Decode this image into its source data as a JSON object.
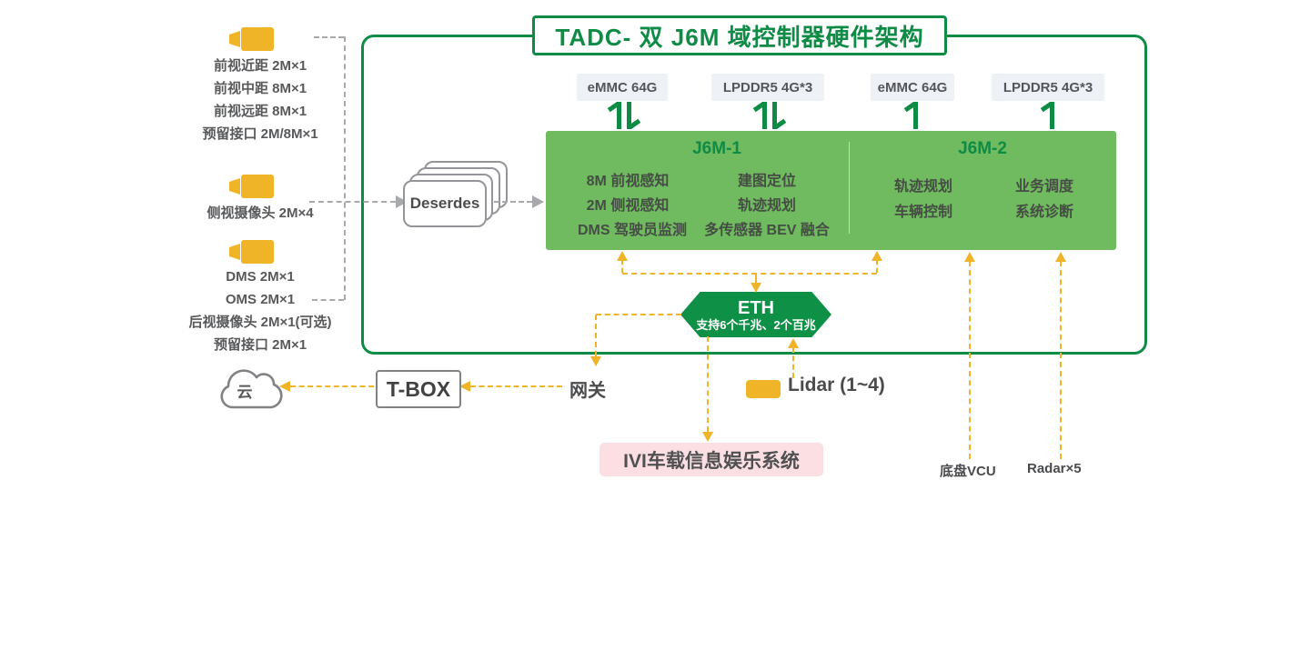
{
  "title": "TADC- 双 J6M 域控制器硬件架构",
  "cameras": {
    "front_group": [
      "前视近距 2M×1",
      "前视中距 8M×1",
      "前视远距 8M×1",
      "预留接口 2M/8M×1"
    ],
    "side_group": [
      "侧视摄像头 2M×4"
    ],
    "cabin_group": [
      "DMS 2M×1",
      "OMS 2M×1",
      "后视摄像头 2M×1(可选)",
      "预留接口 2M×1"
    ]
  },
  "deserdes_label": "Deserdes",
  "memory_labels": [
    "eMMC 64G",
    "LPDDR5 4G*3",
    "eMMC 64G",
    "LPDDR5 4G*3"
  ],
  "j6m1": {
    "title": "J6M-1",
    "items_left": [
      "8M 前视感知",
      "2M 侧视感知",
      "DMS 驾驶员监测"
    ],
    "items_right": [
      "建图定位",
      "轨迹规划",
      "多传感器 BEV 融合"
    ]
  },
  "j6m2": {
    "title": "J6M-2",
    "items_left": [
      "轨迹规划",
      "车辆控制"
    ],
    "items_right": [
      "业务调度",
      "系统诊断"
    ]
  },
  "eth": {
    "name": "ETH",
    "capability": "支持6个千兆、2个百兆"
  },
  "peripherals": {
    "cloud": "云",
    "tbox": "T-BOX",
    "gateway": "网关",
    "lidar": "Lidar (1~4)",
    "ivi": "IVI车载信息娱乐系统",
    "vcu": "底盘VCU",
    "radar": "Radar×5"
  },
  "colors": {
    "green_dark": "#0e8c45",
    "green_fill": "#70ba5f",
    "yellow": "#f0b429",
    "pink_ivi": "#fbdfe2",
    "text_gray": "#58595b"
  }
}
